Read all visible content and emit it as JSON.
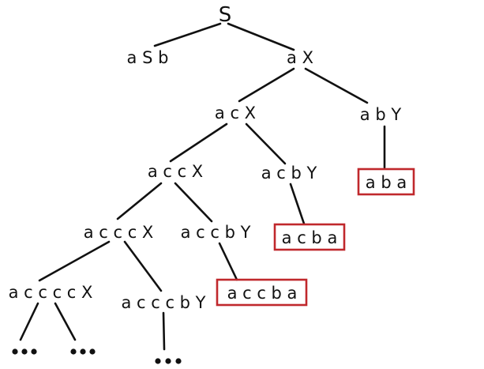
{
  "tree": {
    "root": "S",
    "nodes": {
      "asb": "a S b",
      "ax": "a X",
      "acx": "a c X",
      "aby": "a b Y",
      "accx": "a c c X",
      "acby": "a c b Y",
      "aba": "a b a",
      "acccx": "a c c c X",
      "accby": "a c c b Y",
      "acba": "a c b a",
      "accccx": "a c c c c X",
      "acccby": "a c c c b Y",
      "accba": "a c c b a"
    },
    "terminal_color": "#c0282c"
  }
}
